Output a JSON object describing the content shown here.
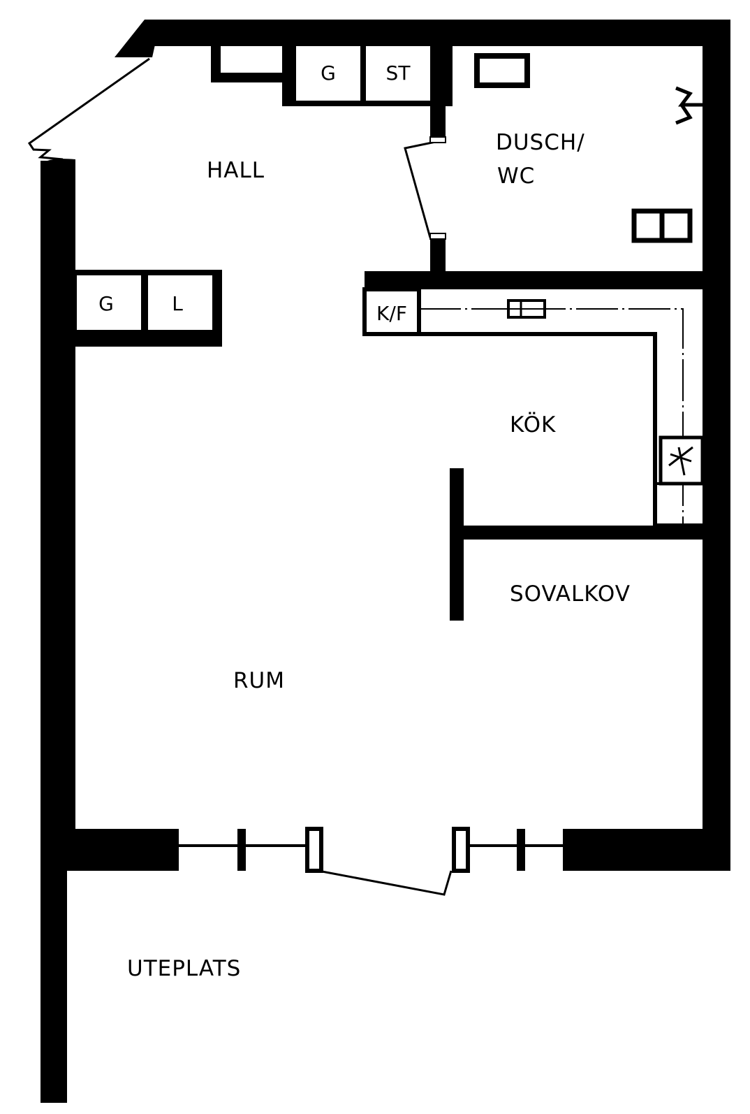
{
  "rooms": {
    "hall": "HALL",
    "dusch_wc_line1": "DUSCH/",
    "dusch_wc_line2": "WC",
    "kok": "KÖK",
    "sovalkov": "SOVALKOV",
    "rum": "RUM",
    "uteplats": "UTEPLATS"
  },
  "fixtures": {
    "wardrobe_g_top": "G",
    "storage_st": "ST",
    "wardrobe_g_left": "G",
    "linen_l": "L",
    "fridge_freezer": "K/F"
  },
  "colors": {
    "wall": "#000000",
    "background": "#ffffff"
  }
}
